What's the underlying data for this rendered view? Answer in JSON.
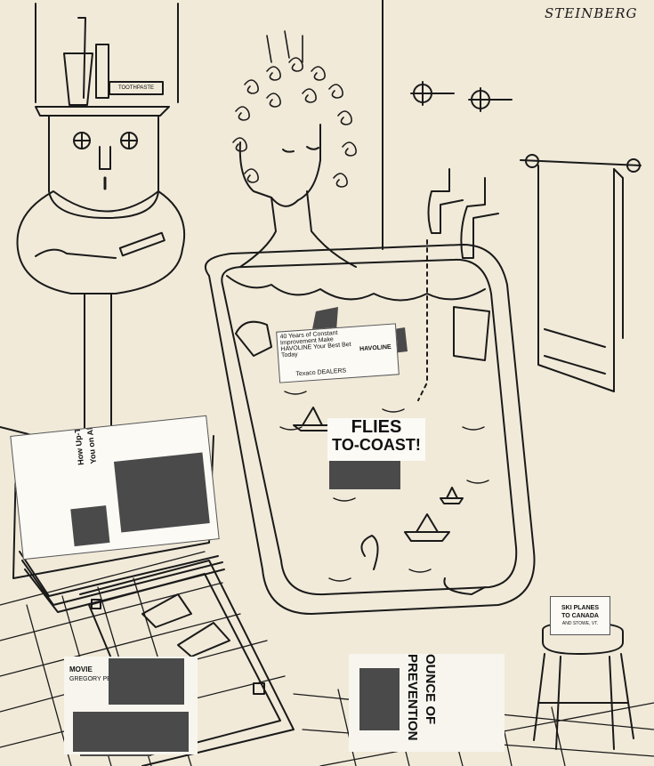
{
  "artwork": {
    "signature": "STEINBERG",
    "palette": {
      "paper": "#f1ead9",
      "ink": "#1a1a1a",
      "clipping": "#fbfaf5",
      "photo": "#4a4a4a"
    },
    "sink": {
      "toothpaste_label": "TOOTHPASTE"
    },
    "bath_newspaper": {
      "headline": "40 Years of Constant Improvement Make HAVOLINE Your Best Bet Today",
      "brand": "HAVOLINE",
      "footer": "Texaco DEALERS"
    },
    "boat_clipping": {
      "line1": "FLIES",
      "line2": "TO-COAST!"
    },
    "magazine": {
      "headline_1": "How Up-To-Date are",
      "headline_2": "You on Aluminum?"
    },
    "floor_clipping": {
      "line1": "OUNCE OF",
      "line2": "PREVENTION"
    },
    "movie_clipping": {
      "line1": "MOVIE",
      "line2": "GREGORY PECK"
    },
    "stool_sign": {
      "line1": "SKI PLANES",
      "line2": "TO CANADA",
      "line3": "AND STOWE, VT."
    }
  }
}
